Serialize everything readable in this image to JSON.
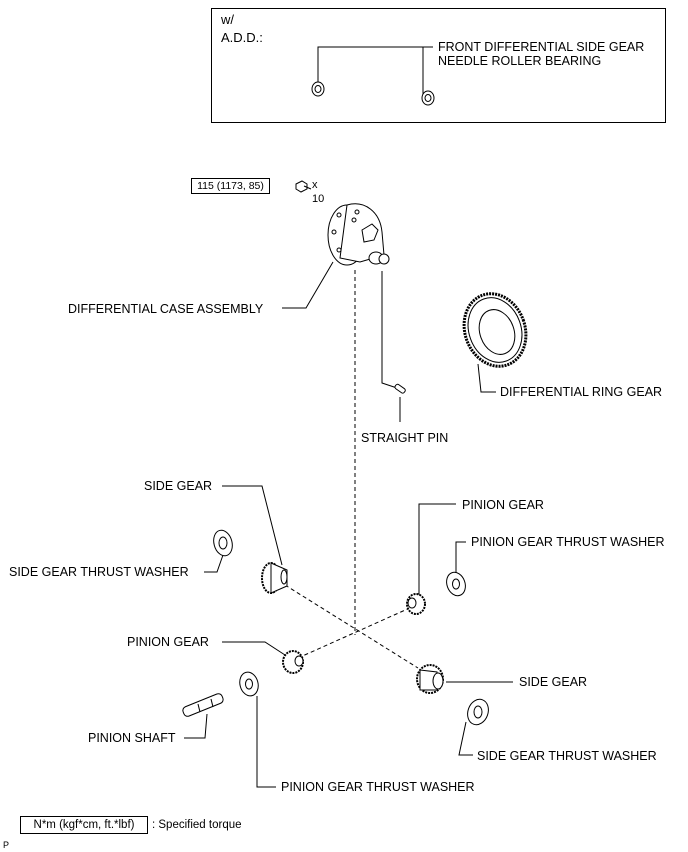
{
  "add_box": {
    "prefix_line1": "w/",
    "prefix_line2": "A.D.D.:",
    "bearing_label_line1": "FRONT DIFFERENTIAL SIDE GEAR",
    "bearing_label_line2": "NEEDLE ROLLER BEARING"
  },
  "torque": {
    "value": "115 (1173, 85)",
    "multiplier_x": "x",
    "multiplier_count": "10"
  },
  "labels": {
    "differential_case_assembly": "DIFFERENTIAL CASE ASSEMBLY",
    "differential_ring_gear": "DIFFERENTIAL RING GEAR",
    "straight_pin": "STRAIGHT PIN",
    "side_gear_upper": "SIDE GEAR",
    "side_gear_thrust_washer_left": "SIDE GEAR THRUST WASHER",
    "pinion_gear_upper": "PINION GEAR",
    "pinion_gear_thrust_washer_upper": "PINION GEAR THRUST WASHER",
    "pinion_gear_lower": "PINION GEAR",
    "side_gear_lower": "SIDE GEAR",
    "pinion_shaft": "PINION SHAFT",
    "side_gear_thrust_washer_right": "SIDE GEAR THRUST WASHER",
    "pinion_gear_thrust_washer_lower": "PINION GEAR THRUST WASHER"
  },
  "legend": {
    "unit_box": "N*m (kgf*cm, ft.*lbf)",
    "description": ": Specified torque"
  },
  "footer_mark": "P"
}
